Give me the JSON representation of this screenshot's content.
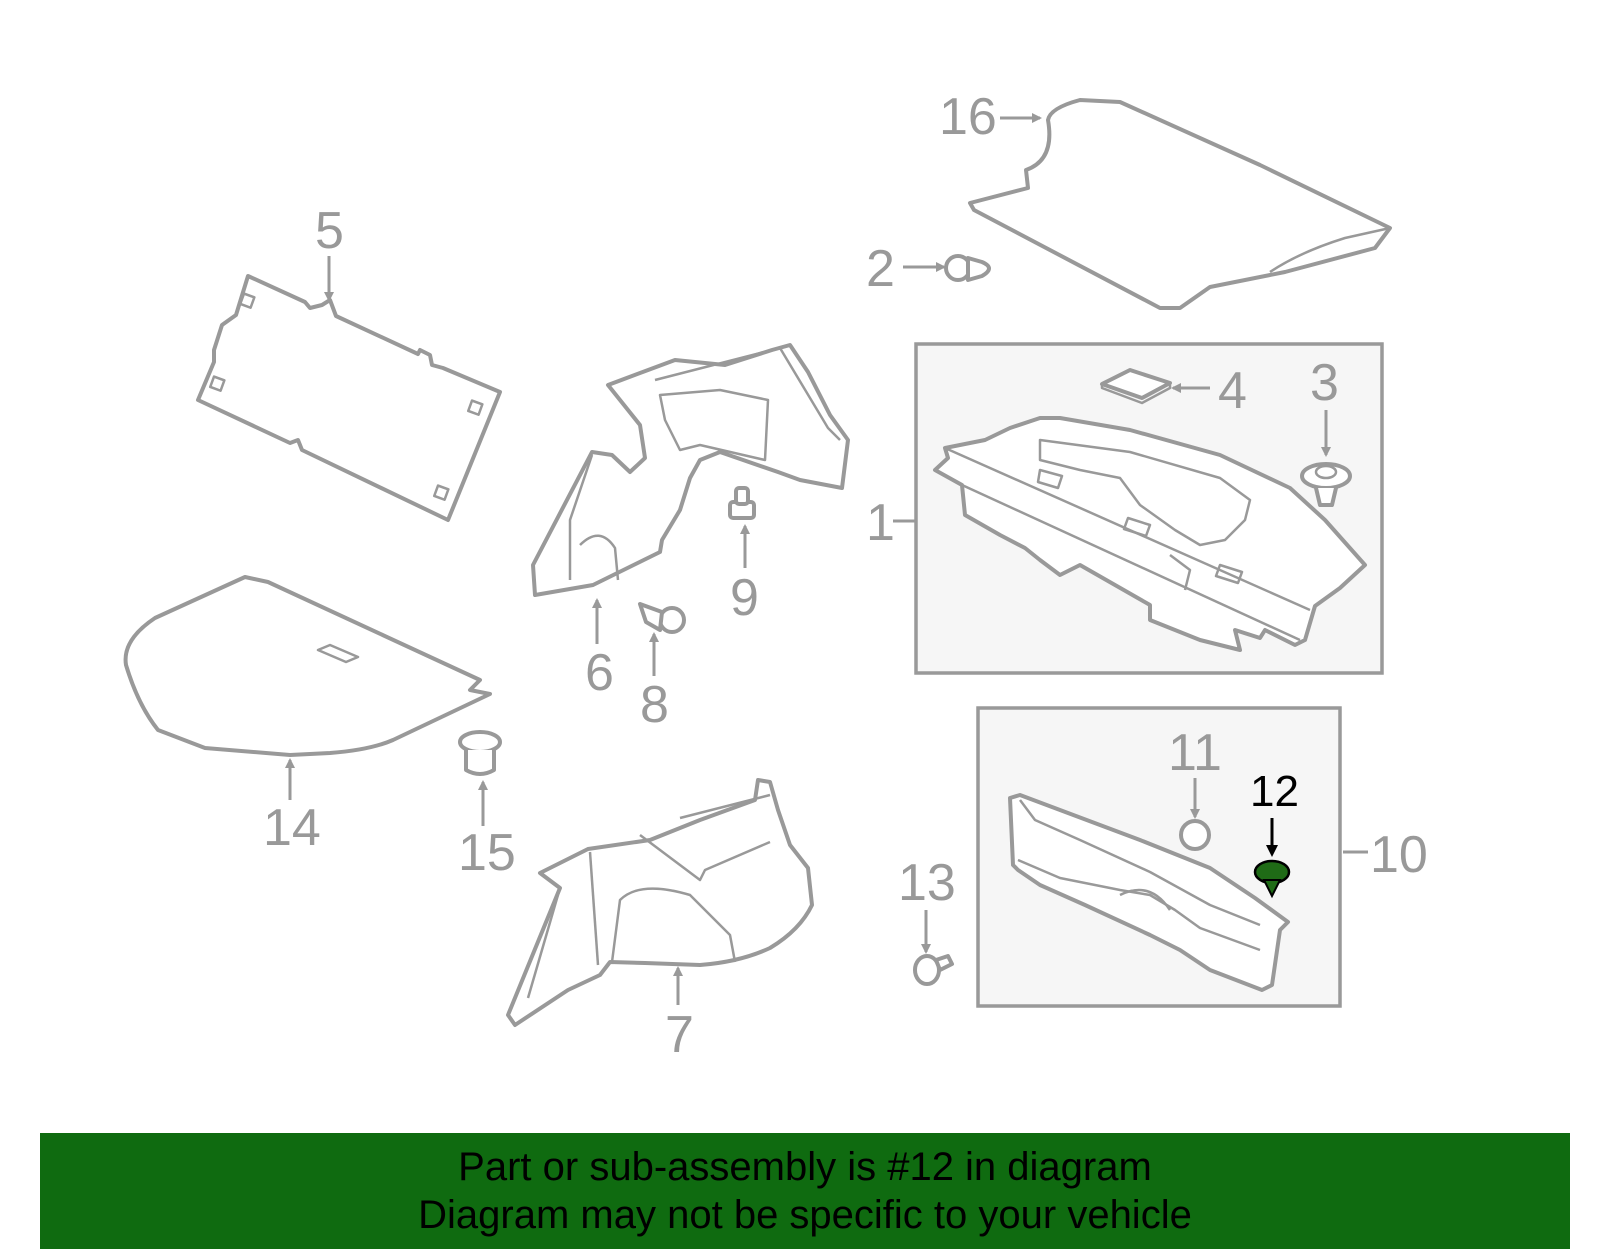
{
  "callouts": {
    "c1": "1",
    "c2": "2",
    "c3": "3",
    "c4": "4",
    "c5": "5",
    "c6": "6",
    "c7": "7",
    "c8": "8",
    "c9": "9",
    "c10": "10",
    "c11": "11",
    "c12": "12",
    "c13": "13",
    "c14": "14",
    "c15": "15",
    "c16": "16"
  },
  "highlight": {
    "part": "12",
    "color": "#1f6b16"
  },
  "banner": {
    "line1": "Part or sub-assembly is #12 in diagram",
    "line2": "Diagram may not be specific to your vehicle",
    "color": "#0f6b10"
  }
}
